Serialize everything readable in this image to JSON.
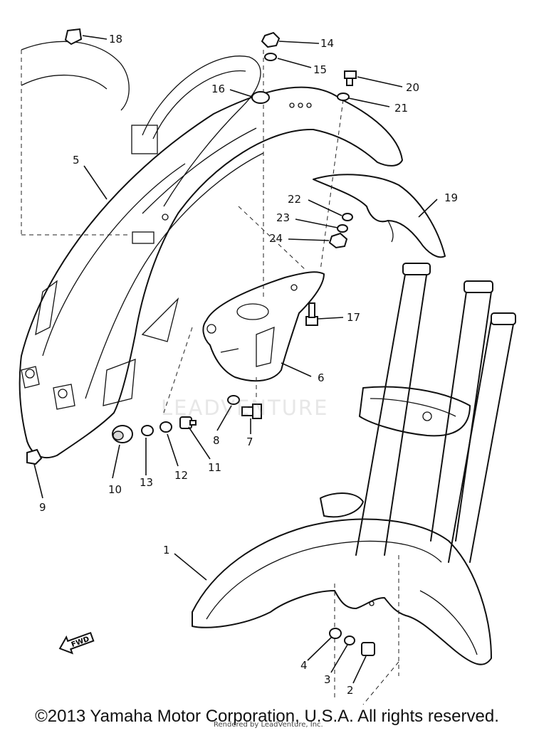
{
  "callouts": [
    {
      "id": "c1",
      "number": "1"
    },
    {
      "id": "c2",
      "number": "2"
    },
    {
      "id": "c3",
      "number": "3"
    },
    {
      "id": "c4",
      "number": "4"
    },
    {
      "id": "c5",
      "number": "5"
    },
    {
      "id": "c6",
      "number": "6"
    },
    {
      "id": "c7",
      "number": "7"
    },
    {
      "id": "c8",
      "number": "8"
    },
    {
      "id": "c9",
      "number": "9"
    },
    {
      "id": "c10",
      "number": "10"
    },
    {
      "id": "c11",
      "number": "11"
    },
    {
      "id": "c12",
      "number": "12"
    },
    {
      "id": "c13",
      "number": "13"
    },
    {
      "id": "c14",
      "number": "14"
    },
    {
      "id": "c15",
      "number": "15"
    },
    {
      "id": "c16",
      "number": "16"
    },
    {
      "id": "c17",
      "number": "17"
    },
    {
      "id": "c18",
      "number": "18"
    },
    {
      "id": "c19",
      "number": "19"
    },
    {
      "id": "c20",
      "number": "20"
    },
    {
      "id": "c21",
      "number": "21"
    },
    {
      "id": "c22",
      "number": "22"
    },
    {
      "id": "c23",
      "number": "23"
    },
    {
      "id": "c24",
      "number": "24"
    }
  ],
  "fwd_arrow_label": "FWD",
  "watermark": "LEADVENTURE",
  "copyright": "©2013 Yamaha Motor Corporation, U.S.A. All rights reserved.",
  "rendered_by": "Rendered by LeadVenture, Inc."
}
